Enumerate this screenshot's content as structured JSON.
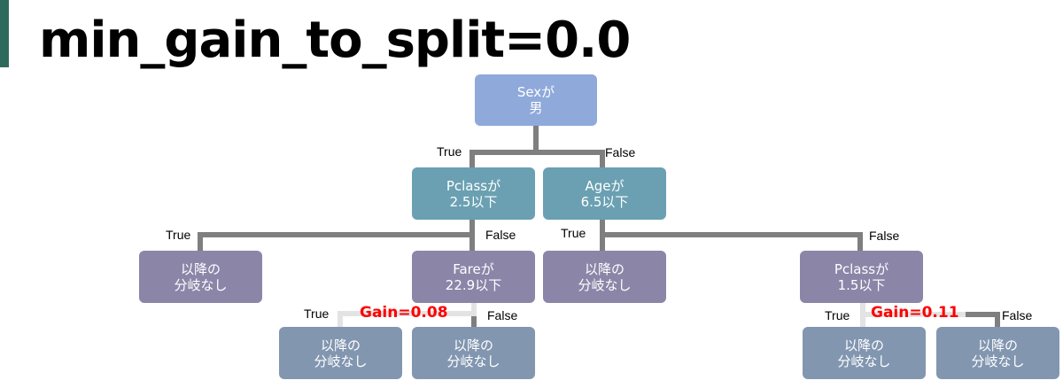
{
  "title": "min_gain_to_split=0.0",
  "labels": {
    "true": "True",
    "false": "False"
  },
  "nodes": {
    "root": {
      "line1": "Sexが",
      "line2": "男"
    },
    "pclass_25": {
      "line1": "Pclassが",
      "line2": "2.5以下"
    },
    "age_65": {
      "line1": "Ageが",
      "line2": "6.5以下"
    },
    "leaf_a": {
      "line1": "以降の",
      "line2": "分岐なし"
    },
    "fare_229": {
      "line1": "Fareが",
      "line2": "22.9以下"
    },
    "leaf_b": {
      "line1": "以降の",
      "line2": "分岐なし"
    },
    "pclass_15": {
      "line1": "Pclassが",
      "line2": "1.5以下"
    },
    "leaf_c": {
      "line1": "以降の",
      "line2": "分岐なし"
    },
    "leaf_d": {
      "line1": "以降の",
      "line2": "分岐なし"
    },
    "leaf_e": {
      "line1": "以降の",
      "line2": "分岐なし"
    },
    "leaf_f": {
      "line1": "以降の",
      "line2": "分岐なし"
    }
  },
  "gains": {
    "fare_split": "Gain=0.08",
    "pclass15_split": "Gain=0.11"
  },
  "colors": {
    "accent": "#2e6a5c",
    "root": "#8fa9da",
    "level1": "#6aa0b2",
    "level2": "#8b86a8",
    "level3": "#8296b0",
    "connector": "#7f7f7f",
    "connector_light": "#e3e3e3",
    "gain_text": "#ff0000"
  }
}
